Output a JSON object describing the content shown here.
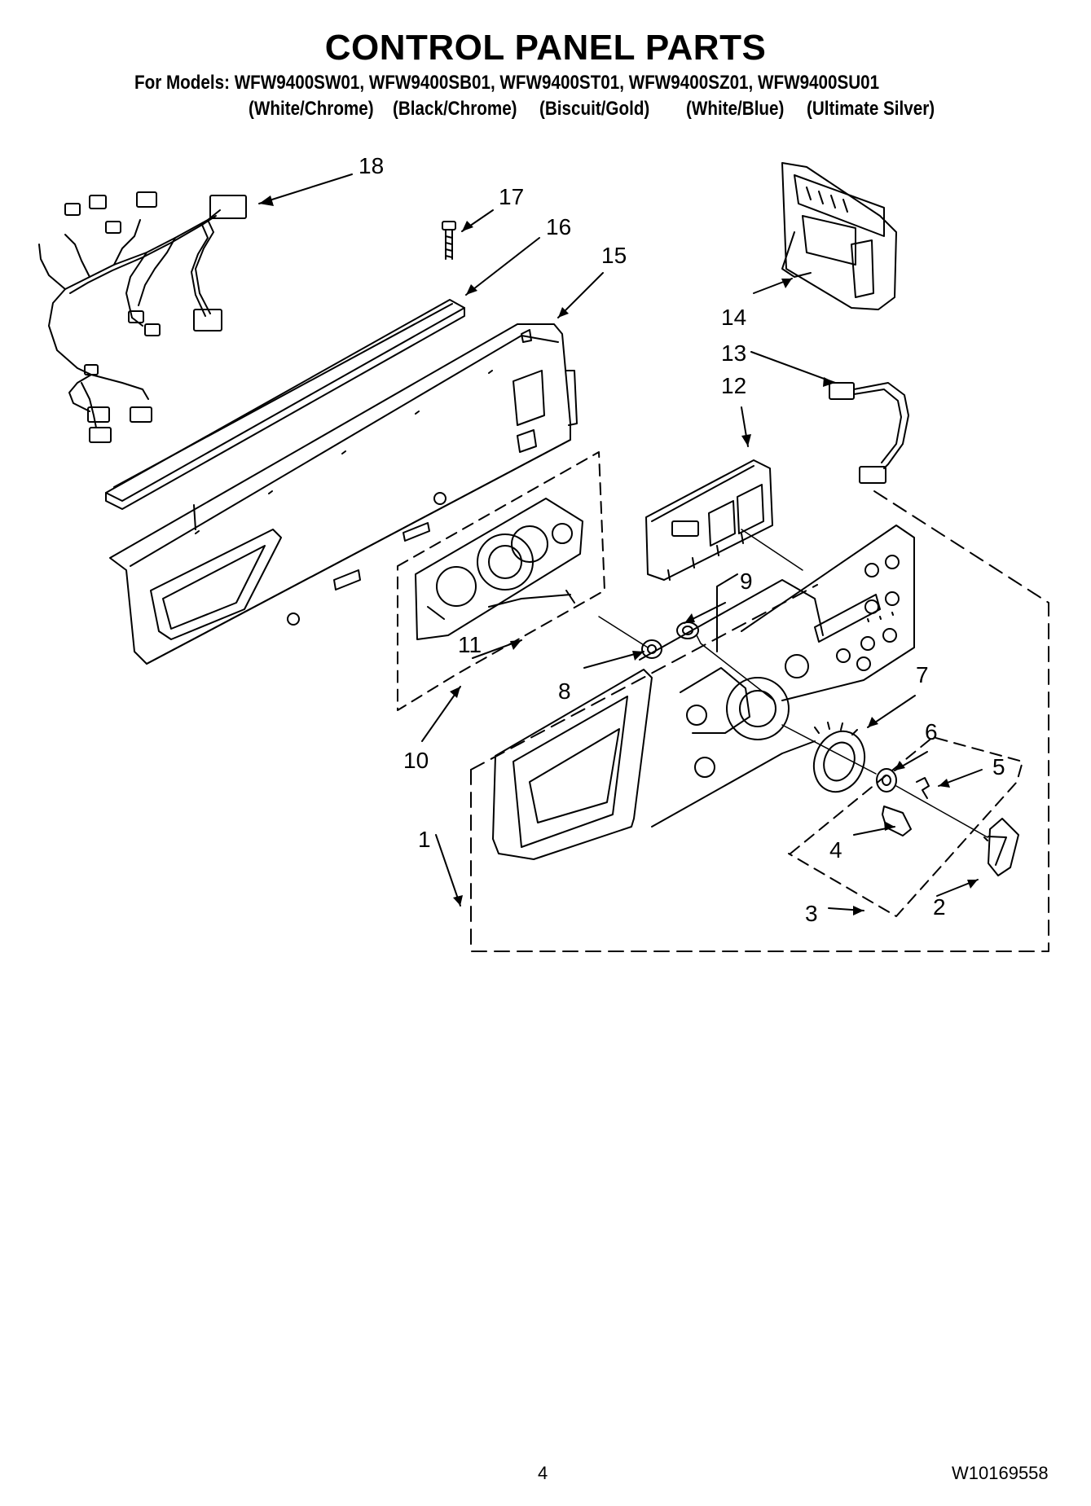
{
  "header": {
    "title": "CONTROL PANEL PARTS",
    "models_line": "For Models: WFW9400SW01, WFW9400SB01, WFW9400ST01, WFW9400SZ01, WFW9400SU01",
    "variants": [
      "(White/Chrome)",
      "(Black/Chrome)",
      "(Biscuit/Gold)",
      "(White/Blue)",
      "(Ultimate Silver)"
    ]
  },
  "callouts": [
    "1",
    "2",
    "3",
    "4",
    "5",
    "6",
    "7",
    "8",
    "9",
    "10",
    "11",
    "12",
    "13",
    "14",
    "15",
    "16",
    "17",
    "18"
  ],
  "footer": {
    "page_number": "4",
    "document_number": "W10169558"
  }
}
